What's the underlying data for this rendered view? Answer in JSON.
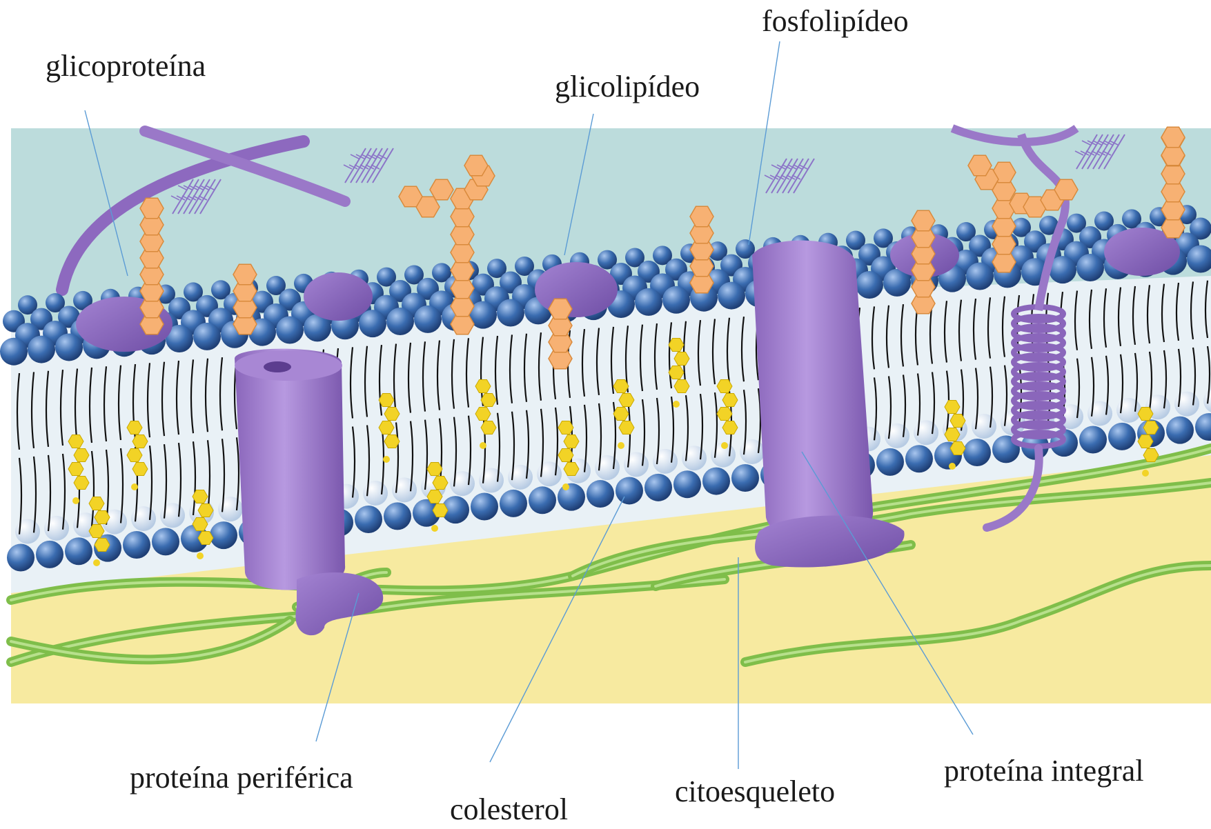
{
  "labels": {
    "glicoproteina": "glicoproteína",
    "glicolipideo": "glicolipídeo",
    "fosfolipideo": "fosfolipídeo",
    "proteina_periferica": "proteína periférica",
    "colesterol": "colesterol",
    "citoesqueleto": "citoesqueleto",
    "proteina_integral": "proteína integral"
  },
  "colors": {
    "extracellular": "#bcdcdc",
    "cytoplasm": "#f7eaa0",
    "phospholipid_head": "#2f5f9e",
    "protein": "#9c7ac8",
    "carbohydrate": "#f7b173",
    "cholesterol": "#f2d326",
    "cytoskeleton": "#7fbe4a",
    "leader_line": "#5b9bd5"
  }
}
